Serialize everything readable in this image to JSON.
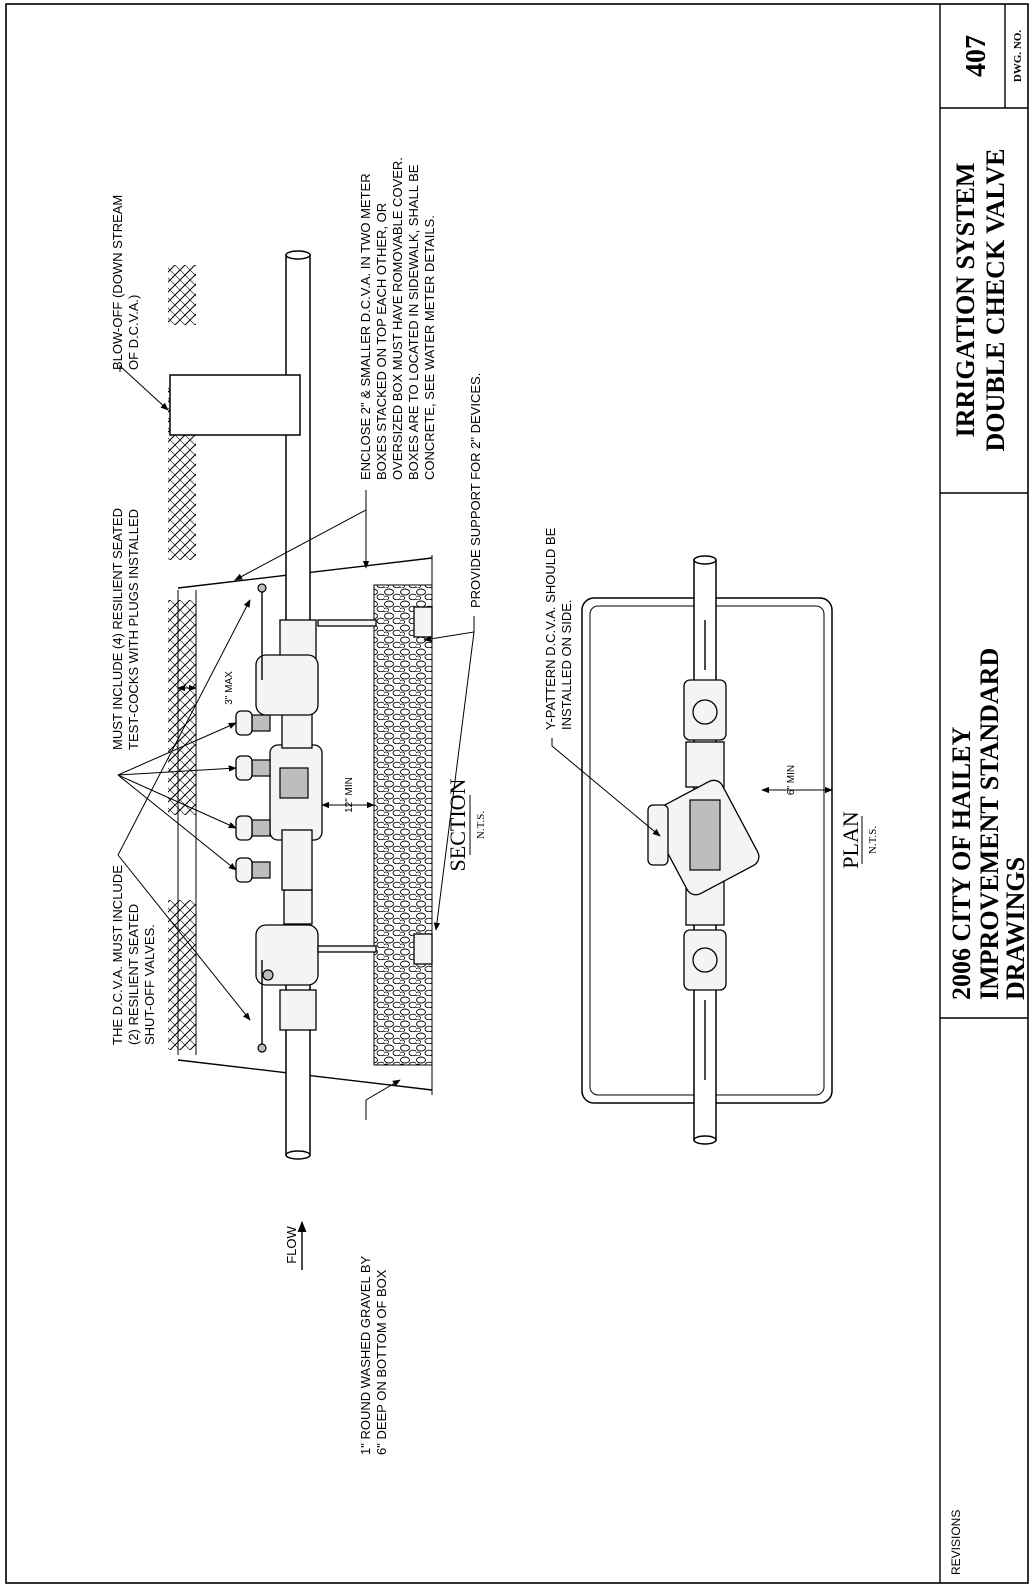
{
  "title_block": {
    "dwg_no": "407",
    "dwg_no_label": "DWG. NO.",
    "title_line1": "IRRIGATION SYSTEM",
    "title_line2": "DOUBLE CHECK VALVE",
    "org_line1": "2006 CITY OF HAILEY",
    "org_line2": "IMPROVEMENT STANDARD",
    "org_line3": "DRAWINGS",
    "revisions_label": "REVISIONS"
  },
  "section_view": {
    "title": "SECTION",
    "scale": "N.T.S.",
    "flow_label": "FLOW",
    "dim_3_max": "3\" MAX",
    "dim_12_min": "12\" MIN",
    "notes": {
      "gravel": [
        "1\" ROUND WASHED GRAVEL BY",
        "6\" DEEP ON BOTTOM OF BOX"
      ],
      "dcva_shutoff": [
        "THE D.C.V.A. MUST INCLUDE",
        "(2) RESILIENT SEATED",
        "SHUT-OFF VALVES."
      ],
      "test_cocks": [
        "MUST INCLUDE (4) RESILIENT SEATED",
        "TEST-COCKS WITH PLUGS INSTALLED"
      ],
      "blow_off": [
        "BLOW-OFF (DOWN STREAM",
        "OF D.C.V.A.)"
      ],
      "enclose": [
        "ENCLOSE 2\" & SMALLER D.C.V.A. IN TWO METER",
        "BOXES STACKED ON TOP EACH OTHER, OR",
        "OVERSIZED BOX MUST HAVE ROMOVABLE COVER.",
        "BOXES ARE TO LOCATED IN SIDEWALK, SHALL BE",
        "CONCRETE, SEE WATER METER DETAILS."
      ],
      "support": [
        "PROVIDE SUPPORT FOR 2\" DEVICES."
      ]
    }
  },
  "plan_view": {
    "title": "PLAN",
    "scale": "N.T.S.",
    "dim_6_min": "6\" MIN",
    "notes": {
      "y_pattern": [
        "Y-PATTERN D.C.V.A. SHOULD BE",
        "INSTALLED ON SIDE."
      ]
    }
  }
}
